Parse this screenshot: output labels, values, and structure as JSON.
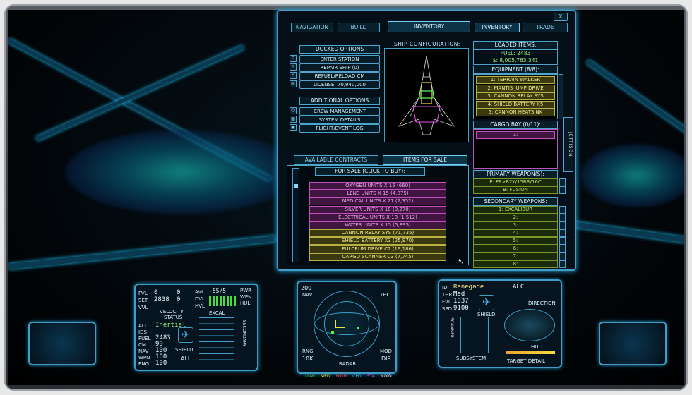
{
  "tabs": {
    "navigation": "Navigation",
    "build": "Build",
    "inventory_main": "Inventory",
    "inventory": "Inventory",
    "trade": "Trade"
  },
  "close_label": "X",
  "docked": {
    "title": "Docked Options",
    "enter": "Enter Station",
    "repair": "Repair Ship (0)",
    "refuel": "Refuel/Reload CM",
    "license": "License: 70,940,000"
  },
  "additional": {
    "title": "Additional Options",
    "crew": "Crew Management",
    "system": "System Details",
    "log": "Flight/Event Log"
  },
  "ship_config": "Ship Configuration:",
  "loaded": {
    "title": "Loaded Items:",
    "fuel": "Fuel: 2483",
    "money": "$: 8,005,763,341"
  },
  "equipment": {
    "title": "Equipment (8/8):",
    "items": [
      "1: Terrain Walker",
      "2: Mantis Jump Drive",
      "3: Cannon Relay Sys",
      "4: Shield Battery X5",
      "5: Cannon Heatsink"
    ]
  },
  "cargo": {
    "title": "Cargo Bay (0/11):",
    "items": [
      "1:"
    ],
    "jettison": "Jettison"
  },
  "primary": {
    "title": "Primary Weapon(s):",
    "items": [
      "P: FP>B2Y/15BR/16C",
      "B: Fusion"
    ]
  },
  "secondary": {
    "title": "Secondary Weapons:",
    "items": [
      "1: Excalibur",
      "2:",
      "3:",
      "4:",
      "5:",
      "6:",
      "7:",
      "8:"
    ]
  },
  "contracts_tabs": {
    "available": "Available Contracts",
    "items": "Items for Sale"
  },
  "for_sale": {
    "title": "For Sale (click to buy):",
    "items": [
      {
        "label": "Oxygen Units X 15 (660)",
        "kind": "pink"
      },
      {
        "label": "Lens Units X 15 (4,875)",
        "kind": "pink"
      },
      {
        "label": "Medical Units X 21 (2,352)",
        "kind": "pink"
      },
      {
        "label": "Silver Units X 18 (9,270)",
        "kind": "pink"
      },
      {
        "label": "Electrical Units X 18 (1,512)",
        "kind": "pink"
      },
      {
        "label": "Water Units X 15 (5,895)",
        "kind": "pink"
      },
      {
        "label": "Cannon Relay Sys (71,735)",
        "kind": "yel"
      },
      {
        "label": "Shield Battery X3 (25,970)",
        "kind": "yel"
      },
      {
        "label": "Fulcrum Drive C2 (19,186)",
        "kind": "yel"
      },
      {
        "label": "Cargo Scanner C3 (7,745)",
        "kind": "yel"
      }
    ]
  },
  "hud_left": {
    "fvl": "FVL",
    "set": "SET",
    "vvl": "VVL",
    "fvl_val": "0",
    "set_val": "2838",
    "zero": "0",
    "avl": "AVL",
    "dvl": "DVL",
    "hvl": "HVL",
    "pwr": "PWR",
    "wpn": "WPN",
    "hul": "HUL",
    "ratio": "-55/5",
    "velocity": "Velocity",
    "status": "Status",
    "excal": "Excal",
    "alt": "ALT",
    "ids": "IDS",
    "fuel": "FUEL",
    "cm": "CM",
    "nav": "NAV",
    "wpn2": "WPN",
    "eng": "ENG",
    "inertial": "Inertial",
    "fuel_val": "2483",
    "cm_val": "99",
    "nav_val": "100",
    "wpn_val": "100",
    "eng_val": "100",
    "shield": "Shield",
    "all": "All",
    "secondary": "Secondary"
  },
  "hud_center": {
    "top_left": "200",
    "nav": "NAV",
    "thc": "THC",
    "rng": "RNG",
    "rng_val": "10K",
    "mod": "MOD",
    "dir": "DIR",
    "radar": "Radar",
    "legend": [
      "Low",
      "Med",
      "High",
      "Cpo",
      "Sta",
      "Noid"
    ]
  },
  "hud_right": {
    "id": "ID",
    "thr": "THR",
    "fvl": "FVL",
    "spd": "SPD",
    "name": "Renegade",
    "faction": "ALC",
    "thr_val": "Med",
    "fvl_val": "1037",
    "spd_val": "9100",
    "shield": "Shield",
    "direction": "Direction",
    "scanner": "Scanner",
    "subsystem": "Subsystem",
    "target": "Target Detail",
    "hull": "Hull"
  },
  "colors": {
    "accent": "#3e9ec8",
    "equip": "#f2ea8a",
    "slot": "#b8e070",
    "pink": "#f0a0f0"
  }
}
